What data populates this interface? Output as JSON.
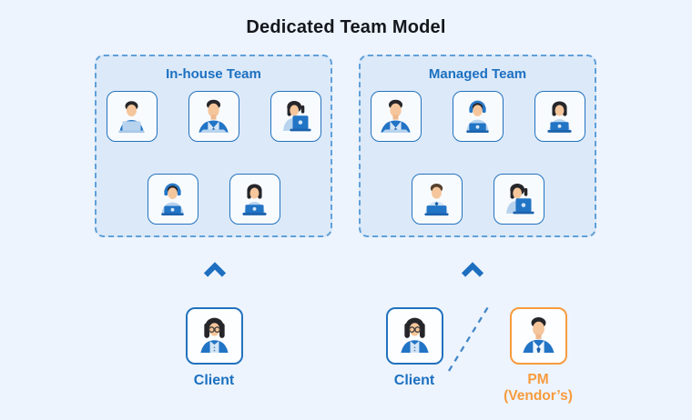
{
  "title": "Dedicated Team Model",
  "colors": {
    "background": "#EDF4FD",
    "panel_fill": "#DCE9F9",
    "panel_border": "#60A0D8",
    "card_border": "#2272BF",
    "accent_blue": "#1C70C0",
    "accent_orange": "#F79B3D",
    "chevron_blue": "#1F6FC0"
  },
  "teams": [
    {
      "label": "In-house Team",
      "members_top": [
        "man-laptop-light",
        "man-suit",
        "woman-laptop-side"
      ],
      "members_bottom": [
        "headset-laptop",
        "woman-laptop-front"
      ]
    },
    {
      "label": "Managed Team",
      "members_top": [
        "man-suit",
        "headset-laptop",
        "woman-laptop-front"
      ],
      "members_bottom": [
        "man-laptop-blue",
        "woman-laptop-side"
      ]
    }
  ],
  "arrows": [
    {
      "type": "chevron-up"
    },
    {
      "type": "chevron-up"
    }
  ],
  "clients": [
    {
      "label": "Client",
      "icon": "client-woman-glasses"
    },
    {
      "label": "Client",
      "icon": "client-woman-glasses"
    }
  ],
  "pm": {
    "line1": "PM",
    "line2": "(Vendor’s)",
    "icon": "pm-man-suit"
  },
  "connector": {
    "type": "dashed-diagonal-line"
  }
}
